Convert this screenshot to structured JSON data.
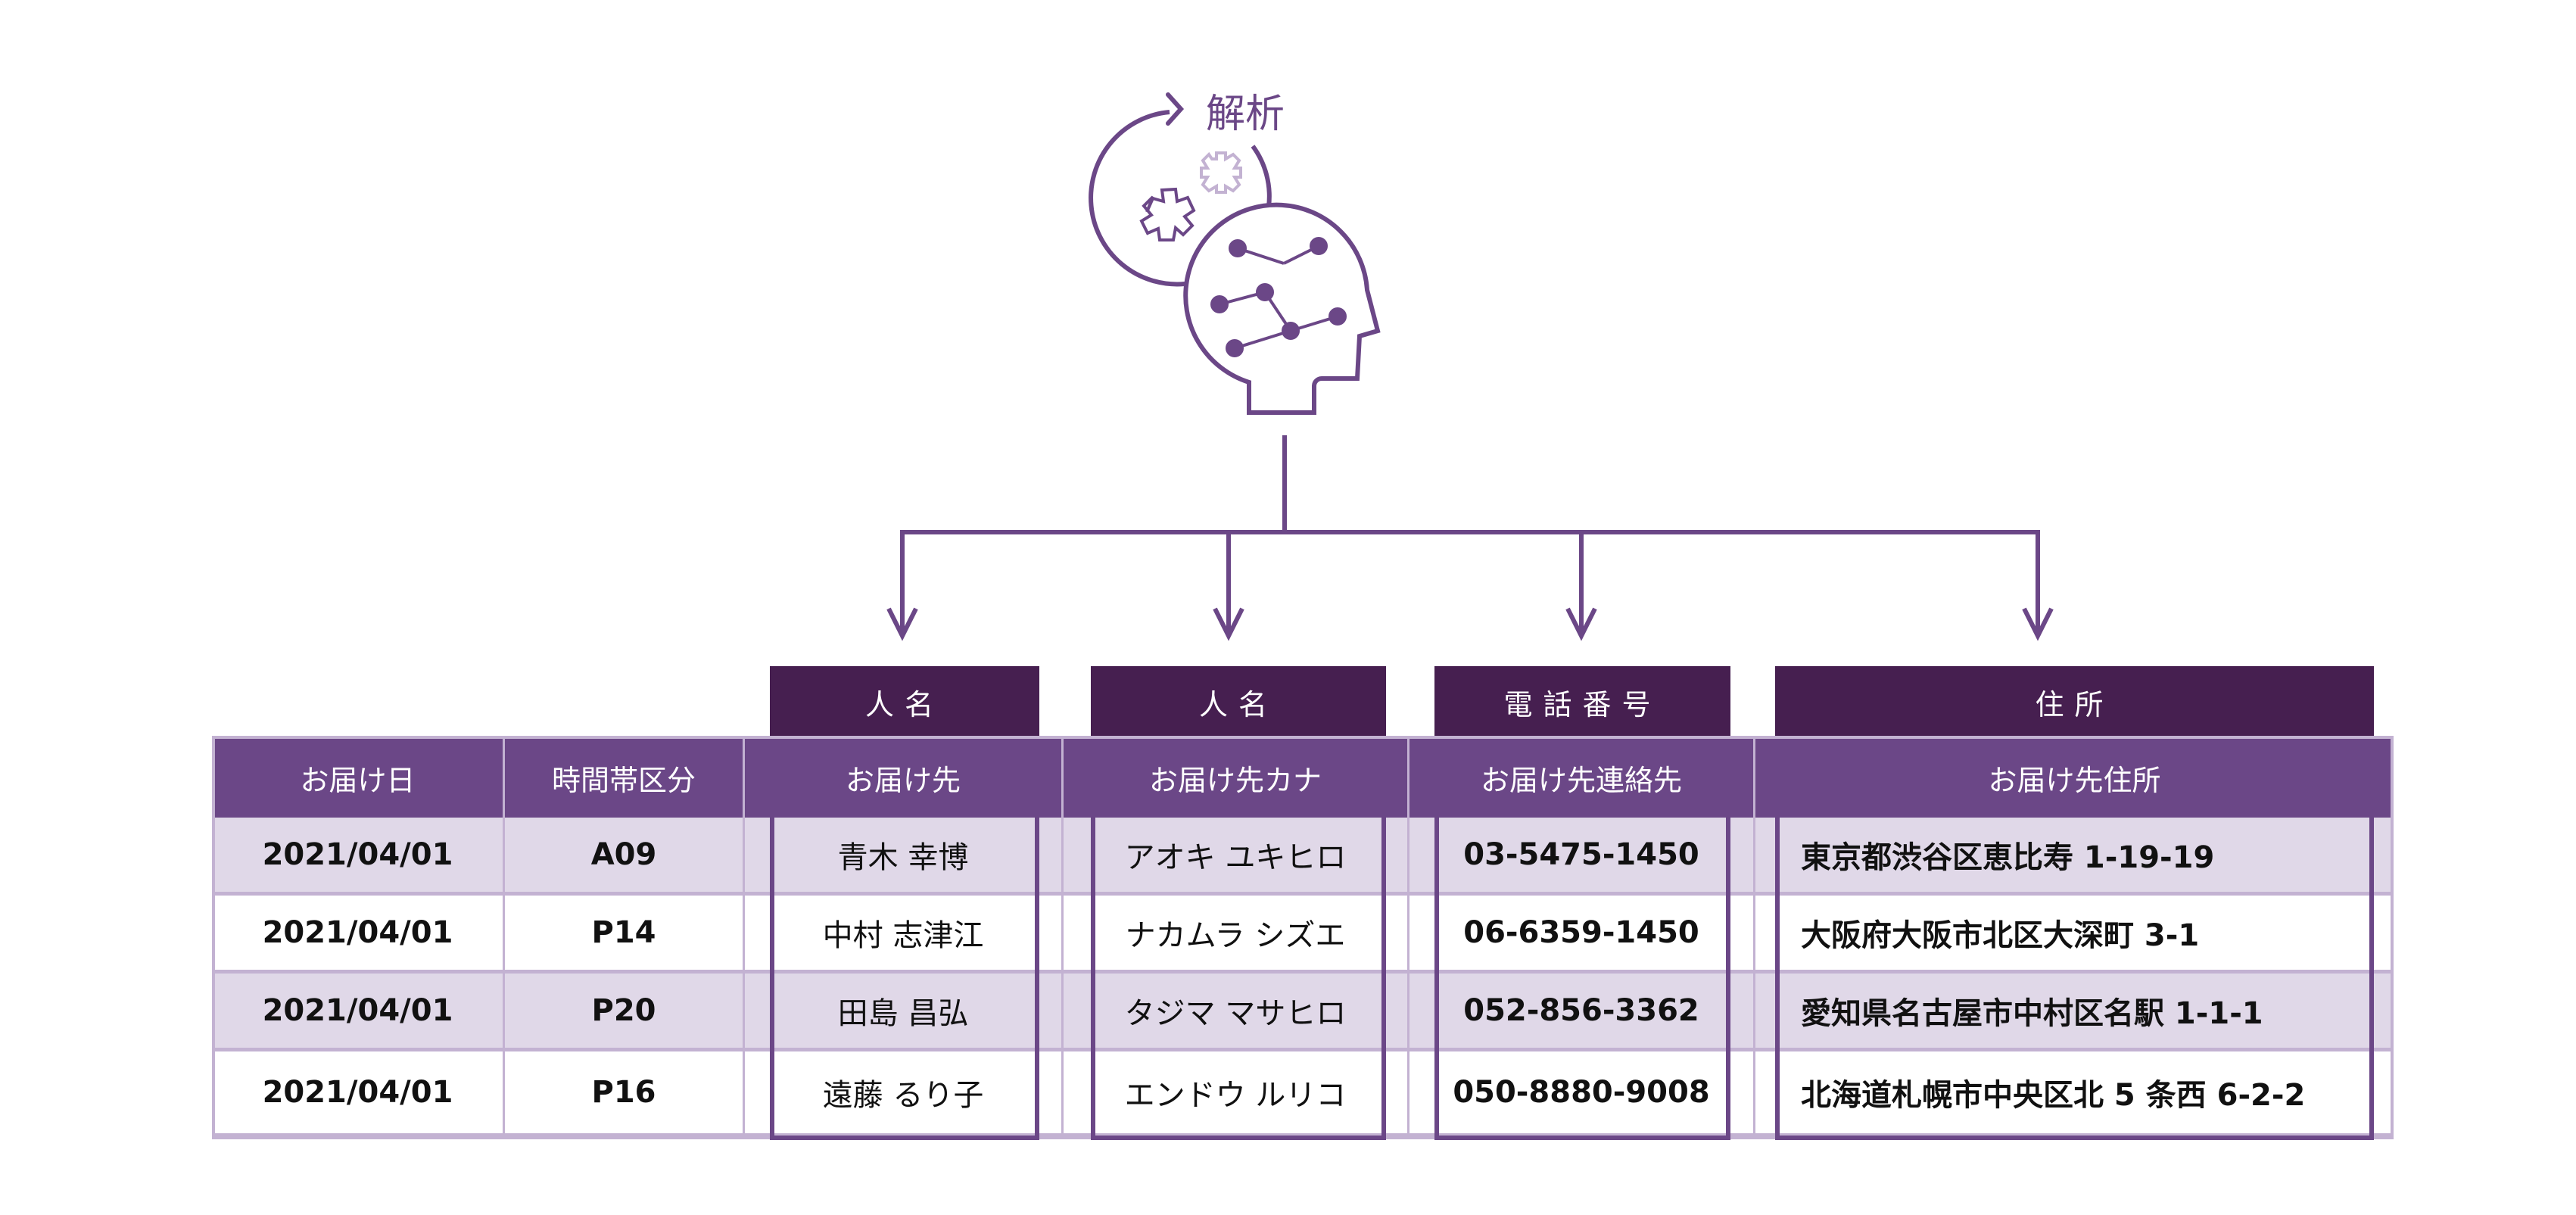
{
  "illustration": {
    "label": "解析",
    "icons": [
      "refresh-arrow-icon",
      "gear-icon",
      "light-gear-icon",
      "ai-head-icon"
    ]
  },
  "colors": {
    "primary": "#6b4787",
    "dark": "#461f50",
    "light_row": "#e0d8e8",
    "grid": "#c3b2d2",
    "light_gear": "#c3b2d2"
  },
  "categories": [
    {
      "label": "人名"
    },
    {
      "label": "人名"
    },
    {
      "label": "電話番号"
    },
    {
      "label": "住所"
    }
  ],
  "table": {
    "columns": [
      "お届け日",
      "時間帯区分",
      "お届け先",
      "お届け先カナ",
      "お届け先連絡先",
      "お届け先住所"
    ],
    "rows": [
      [
        "2021/04/01",
        "A09",
        "青木 幸博",
        "アオキ ユキヒロ",
        "03-5475-1450",
        "東京都渋谷区恵比寿 1-19-19"
      ],
      [
        "2021/04/01",
        "P14",
        "中村 志津江",
        "ナカムラ シズエ",
        "06-6359-1450",
        "大阪府大阪市北区大深町 3-1"
      ],
      [
        "2021/04/01",
        "P20",
        "田島 昌弘",
        "タジマ マサヒロ",
        "052-856-3362",
        "愛知県名古屋市中村区名駅 1-1-1"
      ],
      [
        "2021/04/01",
        "P16",
        "遠藤 るり子",
        "エンドウ ルリコ",
        "050-8880-9008",
        "北海道札幌市中央区北 5 条西 6-2-2"
      ]
    ]
  }
}
